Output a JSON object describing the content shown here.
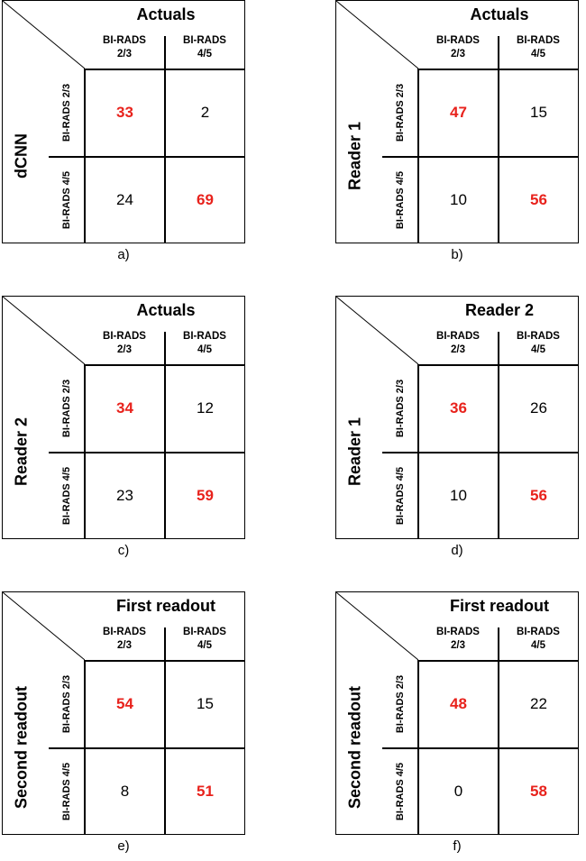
{
  "panels": [
    {
      "column_title": "Actuals",
      "column_headers": [
        "BI-RADS 2/3",
        "BI-RADS 4/5"
      ],
      "row_title": "dCNN",
      "row_headers": [
        "BI-RADS 2/3",
        "BI-RADS 4/5"
      ],
      "cells": [
        [
          "33",
          "2"
        ],
        [
          "24",
          "69"
        ]
      ],
      "caption": "a)"
    },
    {
      "column_title": "Actuals",
      "column_headers": [
        "BI-RADS 2/3",
        "BI-RADS 4/5"
      ],
      "row_title": "Reader 1",
      "row_headers": [
        "BI-RADS 2/3",
        "BI-RADS 4/5"
      ],
      "cells": [
        [
          "47",
          "15"
        ],
        [
          "10",
          "56"
        ]
      ],
      "caption": "b)"
    },
    {
      "column_title": "Actuals",
      "column_headers": [
        "BI-RADS 2/3",
        "BI-RADS 4/5"
      ],
      "row_title": "Reader 2",
      "row_headers": [
        "BI-RADS 2/3",
        "BI-RADS 4/5"
      ],
      "cells": [
        [
          "34",
          "12"
        ],
        [
          "23",
          "59"
        ]
      ],
      "caption": "c)"
    },
    {
      "column_title": "Reader 2",
      "column_headers": [
        "BI-RADS 2/3",
        "BI-RADS 4/5"
      ],
      "row_title": "Reader 1",
      "row_headers": [
        "BI-RADS 2/3",
        "BI-RADS 4/5"
      ],
      "cells": [
        [
          "36",
          "26"
        ],
        [
          "10",
          "56"
        ]
      ],
      "caption": "d)"
    },
    {
      "column_title": "First readout",
      "column_headers": [
        "BI-RADS 2/3",
        "BI-RADS 4/5"
      ],
      "row_title": "Second readout",
      "row_headers": [
        "BI-RADS 2/3",
        "BI-RADS 4/5"
      ],
      "cells": [
        [
          "54",
          "15"
        ],
        [
          "8",
          "51"
        ]
      ],
      "caption": "e)"
    },
    {
      "column_title": "First readout",
      "column_headers": [
        "BI-RADS 2/3",
        "BI-RADS 4/5"
      ],
      "row_title": "Second readout",
      "row_headers": [
        "BI-RADS 2/3",
        "BI-RADS 4/5"
      ],
      "cells": [
        [
          "48",
          "22"
        ],
        [
          "0",
          "58"
        ]
      ],
      "caption": "f)"
    }
  ],
  "colors": {
    "diagonal_highlight": "#e8221c",
    "text": "#000000"
  }
}
